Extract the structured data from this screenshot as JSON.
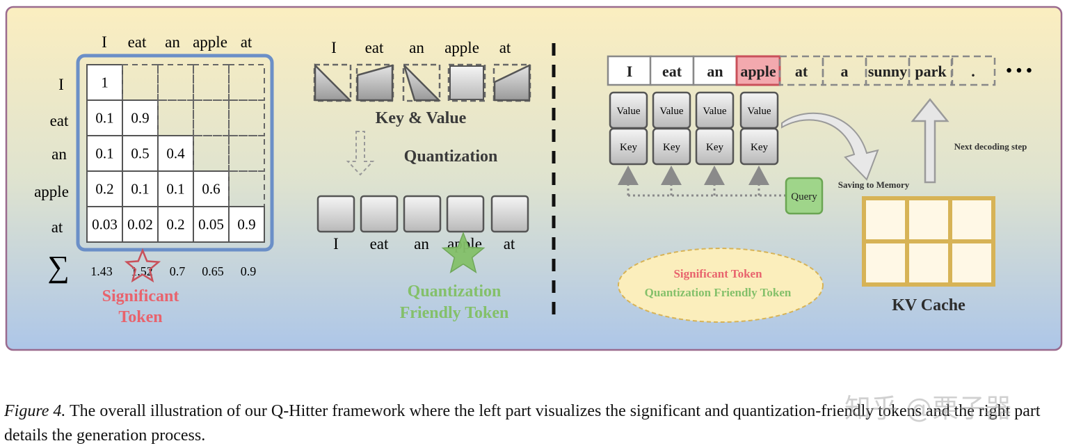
{
  "left": {
    "col_tokens": [
      "I",
      "eat",
      "an",
      "apple",
      "at"
    ],
    "row_tokens": [
      "I",
      "eat",
      "an",
      "apple",
      "at"
    ],
    "matrix": [
      [
        "1",
        "",
        "",
        "",
        ""
      ],
      [
        "0.1",
        "0.9",
        "",
        "",
        ""
      ],
      [
        "0.1",
        "0.5",
        "0.4",
        "",
        ""
      ],
      [
        "0.2",
        "0.1",
        "0.1",
        "0.6",
        ""
      ],
      [
        "0.03",
        "0.02",
        "0.2",
        "0.05",
        "0.9"
      ]
    ],
    "sum_symbol": "∑",
    "sums": [
      "1.43",
      "1.52",
      "0.7",
      "0.65",
      "0.9"
    ],
    "significant_label": [
      "Significant",
      "Token"
    ]
  },
  "middle": {
    "top_tokens": [
      "I",
      "eat",
      "an",
      "apple",
      "at"
    ],
    "kv_label": "Key & Value",
    "quant_label": "Quantization",
    "bottom_tokens": [
      "I",
      "eat",
      "an",
      "apple",
      "at"
    ],
    "friendly_label": [
      "Quantization",
      "Friendly Token"
    ]
  },
  "right": {
    "sequence": [
      "I",
      "eat",
      "an",
      "apple",
      "at",
      "a",
      "sunny",
      "park",
      ".",
      "• • •"
    ],
    "value_label": "Value",
    "key_label": "Key",
    "query_label": "Query",
    "saving_label": "Saving to Memory",
    "next_step_label": "Next decoding step",
    "legend": [
      "Significant Token",
      "Quantization Friendly Token"
    ],
    "kv_cache_label": "KV Cache"
  },
  "colors": {
    "significant": "#e8636d",
    "friendly": "#84c06a",
    "matrix_border": "#6b8fc7",
    "cache": "#d7b356",
    "panel_border": "#9a6a8e"
  },
  "caption": {
    "figure_label": "Figure 4.",
    "text": " The overall illustration of our Q-Hitter framework where the left part visualizes the significant and quantization-friendly tokens and the right part details the generation process."
  },
  "watermark": "知乎 @栗子器"
}
